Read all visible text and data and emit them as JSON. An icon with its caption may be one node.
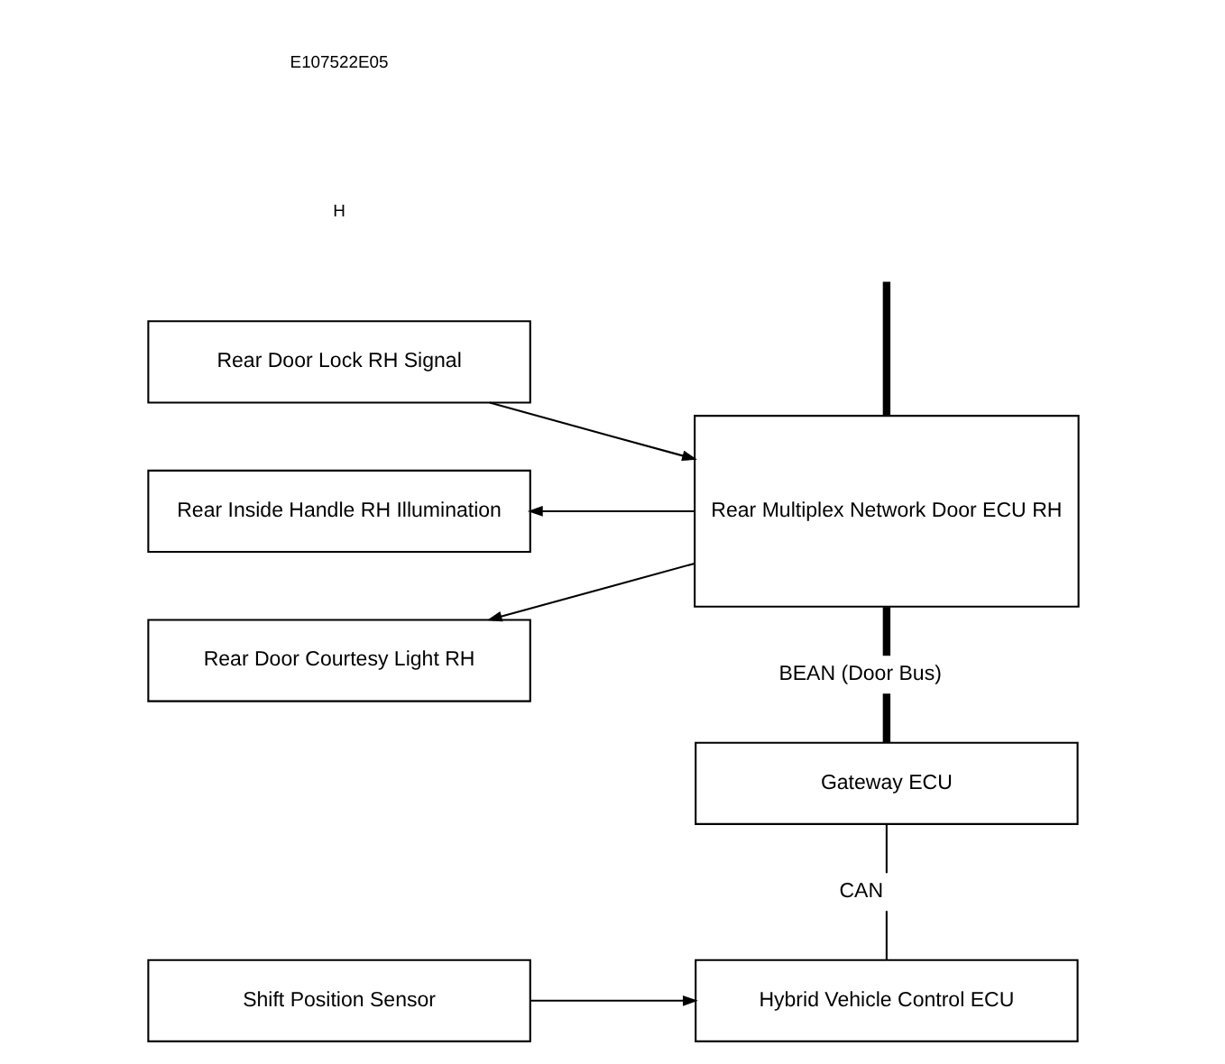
{
  "diagram": {
    "nodes": [
      {
        "text": [
          "Rear Door Lock RH Signal"
        ]
      },
      {
        "text": [
          "Rear Inside Handle RH Illumination"
        ]
      },
      {
        "text": [
          "Rear Door Courtesy Light RH"
        ]
      },
      {
        "text": [
          "Rear Multiplex Network Door ECU RH"
        ]
      },
      {
        "text": [
          "Gateway ECU"
        ]
      },
      {
        "text": [
          "Shift Position Sensor"
        ]
      },
      {
        "text": [
          "Hybrid Vehicle Control ECU"
        ]
      }
    ],
    "edges": [
      {
        "from": 0,
        "to": 3,
        "arrow": "to"
      },
      {
        "from": 3,
        "to": 1,
        "arrow": "to"
      },
      {
        "from": 3,
        "to": 2,
        "arrow": "to"
      },
      {
        "from": null,
        "to": 3,
        "arrow": "none",
        "style": "thick"
      },
      {
        "from": 3,
        "to": 4,
        "arrow": "none",
        "style": "thick",
        "label": "BEAN (Door Bus)"
      },
      {
        "from": 4,
        "to": 6,
        "arrow": "none",
        "label": "CAN"
      },
      {
        "from": 5,
        "to": 6,
        "arrow": "to"
      }
    ],
    "labels": [
      "H",
      "E107522E05"
    ]
  }
}
